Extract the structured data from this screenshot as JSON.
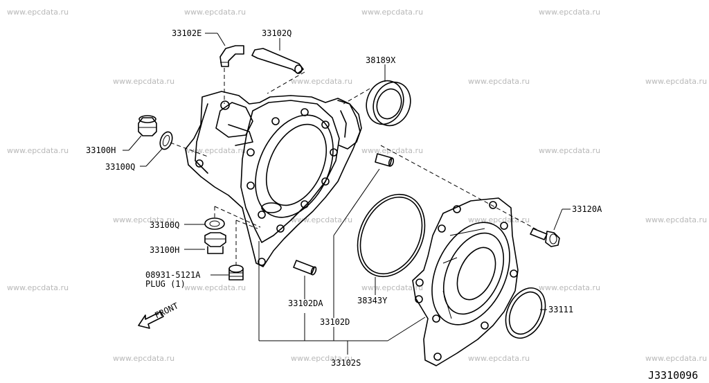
{
  "watermark": "www.epcdata.ru",
  "diagram_code": "J3310096",
  "front_label": "FRONT",
  "parts": {
    "p33102E": "33102E",
    "p33102Q": "33102Q",
    "p38189X": "38189X",
    "p33100H_top": "33100H",
    "p33100Q_top": "33100Q",
    "p33120A": "33120A",
    "p33100Q_mid": "33100Q",
    "p33100H_mid": "33100H",
    "p08931": "08931-5121A",
    "plug": "PLUG (1)",
    "p33102DA": "33102DA",
    "p33102D": "33102D",
    "p38343Y": "38343Y",
    "p33111": "33111",
    "p33102S": "33102S"
  }
}
